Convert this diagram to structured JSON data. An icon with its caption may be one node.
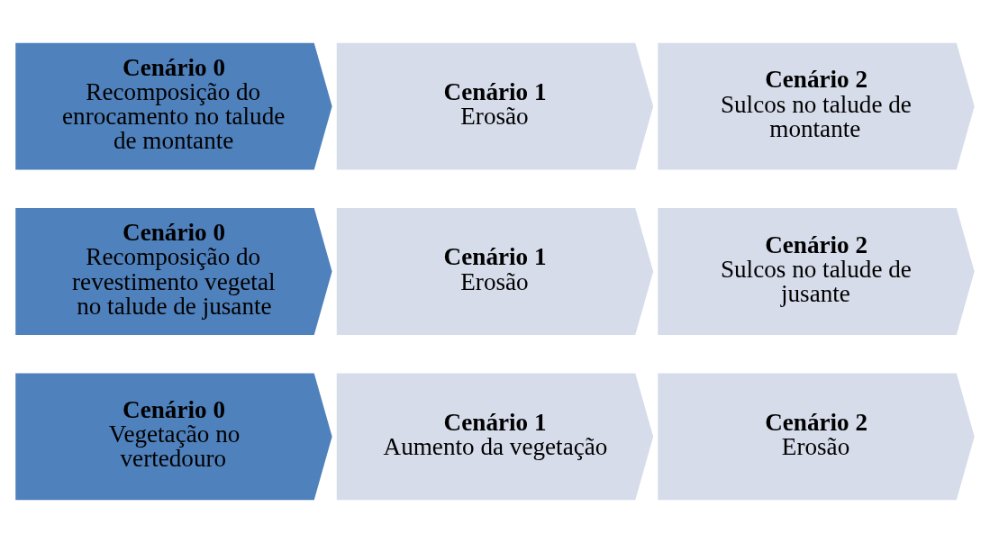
{
  "diagram": {
    "nodes": [
      {
        "text": [
          "Cenário 0",
          "Recomposição do enrocamento no talude de montante"
        ]
      },
      {
        "text": [
          "Cenário 1",
          "Erosão"
        ]
      },
      {
        "text": [
          "Cenário 2",
          "Sulcos no talude de montante"
        ]
      },
      {
        "text": [
          "Cenário 0",
          "Recomposição do revestimento vegetal no talude de jusante"
        ]
      },
      {
        "text": [
          "Cenário 1",
          "Erosão"
        ]
      },
      {
        "text": [
          "Cenário 2",
          "Sulcos no talude de jusante"
        ]
      },
      {
        "text": [
          "Cenário 0",
          "Vegetação no vertedouro"
        ]
      },
      {
        "text": [
          "Cenário 1",
          "Aumento da vegetação"
        ]
      },
      {
        "text": [
          "Cenário 2",
          "Erosão"
        ]
      }
    ]
  }
}
